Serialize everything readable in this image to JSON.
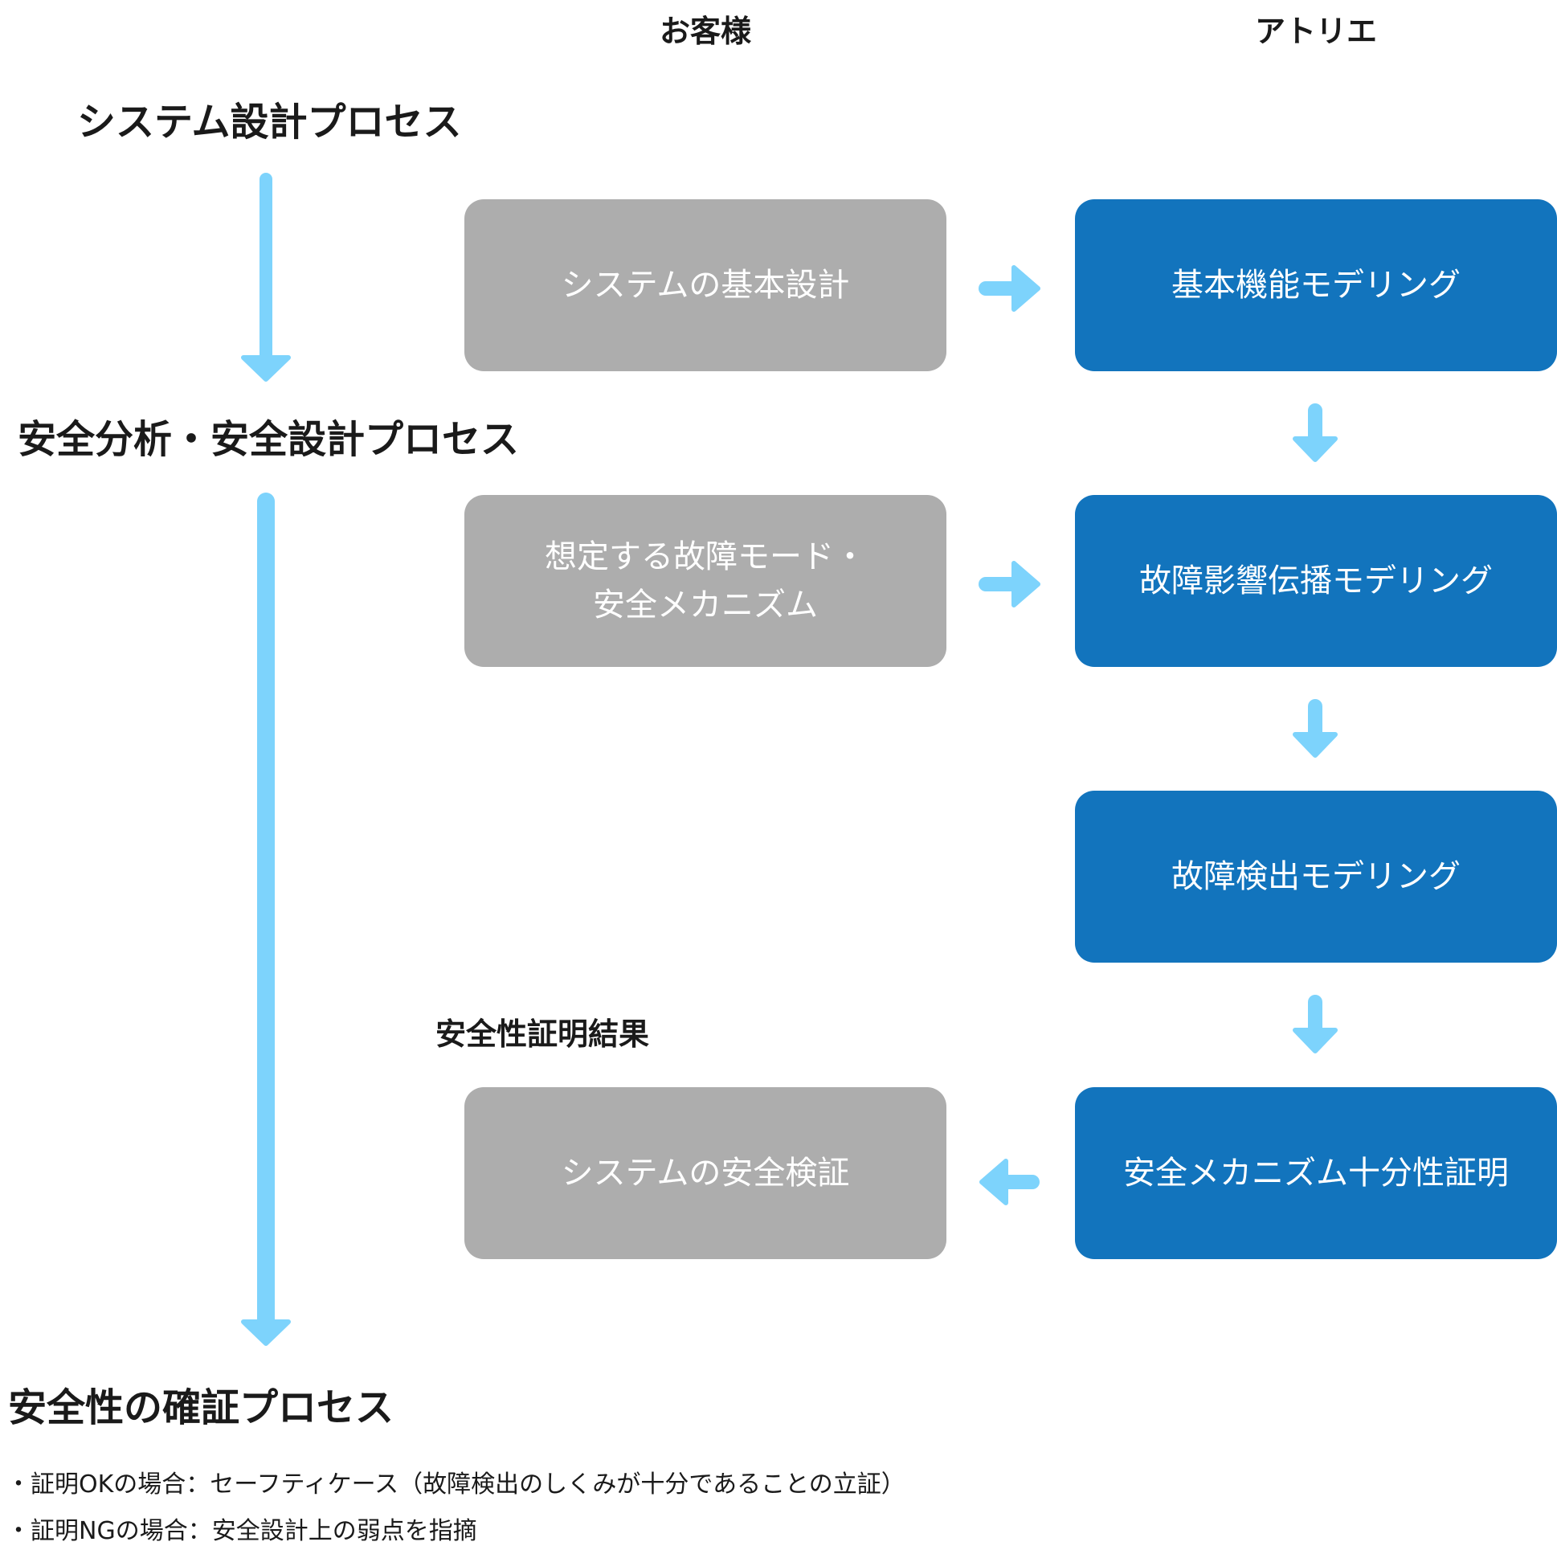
{
  "columns": {
    "customer": "お客様",
    "atelier": "アトリエ"
  },
  "phases": {
    "system_design": "システム設計プロセス",
    "safety_analysis": "安全分析・安全設計プロセス",
    "safety_verification": "安全性の確証プロセス"
  },
  "customer_boxes": {
    "basic_design": "システムの基本設計",
    "failure_modes_line1": "想定する故障モード・",
    "failure_modes_line2": "安全メカニズム",
    "safety_check": "システムの安全検証"
  },
  "atelier_boxes": {
    "function_modeling": "基本機能モデリング",
    "propagation_modeling": "故障影響伝播モデリング",
    "detection_modeling": "故障検出モデリング",
    "sufficiency_proof": "安全メカニズム十分性証明"
  },
  "result_label": "安全性証明結果",
  "notes": {
    "ok": "・証明OKの場合：セーフティケース（故障検出のしくみが十分であることの立証）",
    "ng": "・証明NGの場合：安全設計上の弱点を指摘"
  },
  "colors": {
    "arrow": "#7dd3fc",
    "customer_box": "#adadad",
    "atelier_box": "#1274bd",
    "text": "#1a1a1a"
  }
}
